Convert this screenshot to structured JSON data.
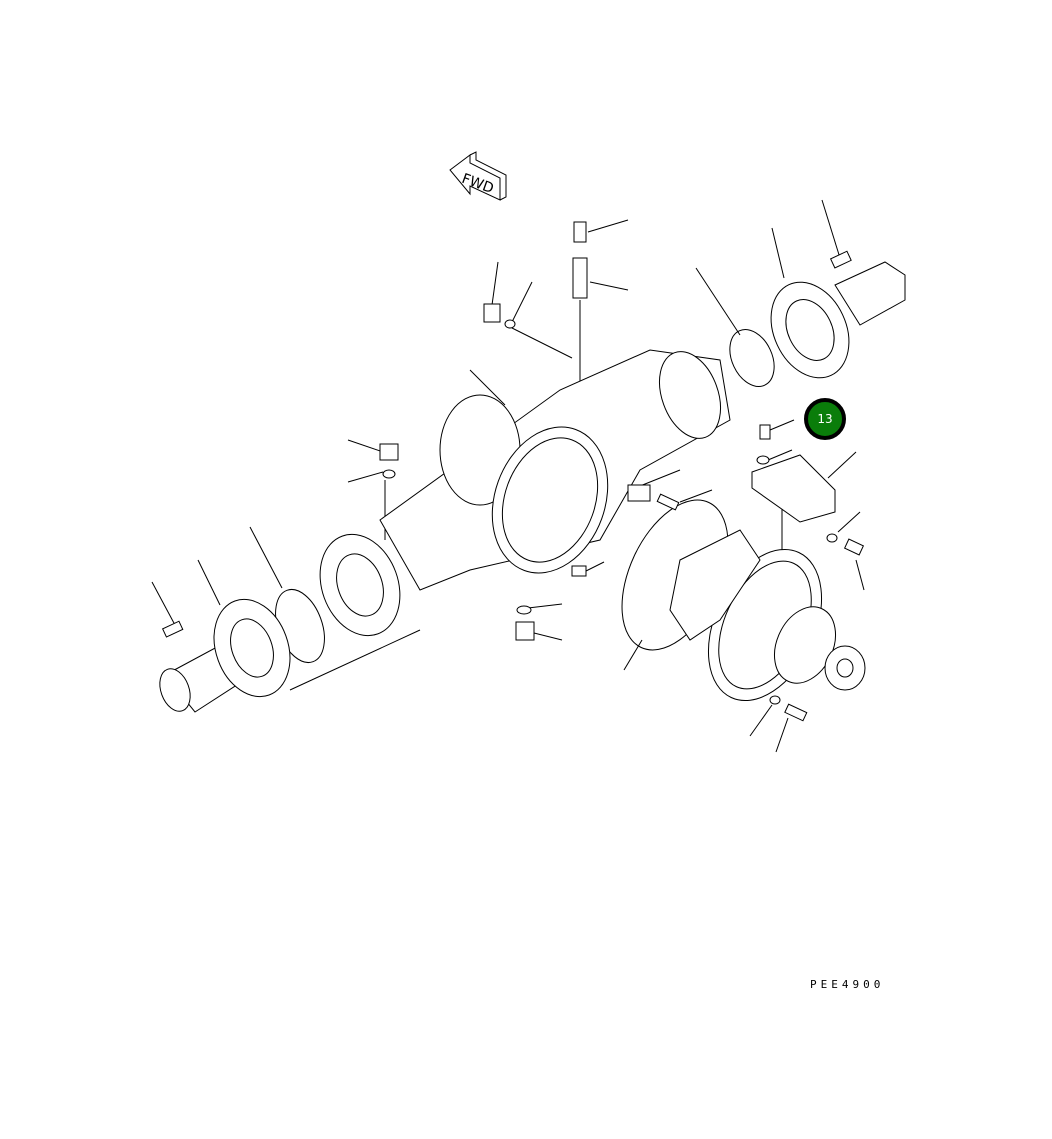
{
  "diagram": {
    "direction_label": "FWD",
    "callouts": [
      {
        "number": "13",
        "color": "#0a7d0a"
      }
    ],
    "drawing_code": "PEE4900"
  }
}
